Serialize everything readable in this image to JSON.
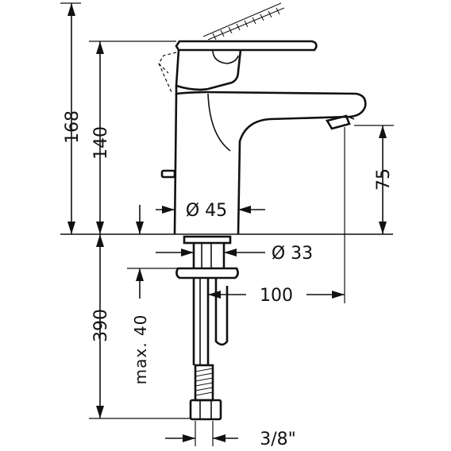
{
  "dimensions": {
    "height_overall": "168",
    "height_spout": "140",
    "spout_clearance": "75",
    "base_diameter": "Ø 45",
    "shank_diameter": "Ø 33",
    "spout_projection": "100",
    "supply_length": "390",
    "max_deck_thickness": "max. 40",
    "connection_thread": "3/8\""
  },
  "colors": {
    "ink": "#111111",
    "background": "#ffffff"
  }
}
